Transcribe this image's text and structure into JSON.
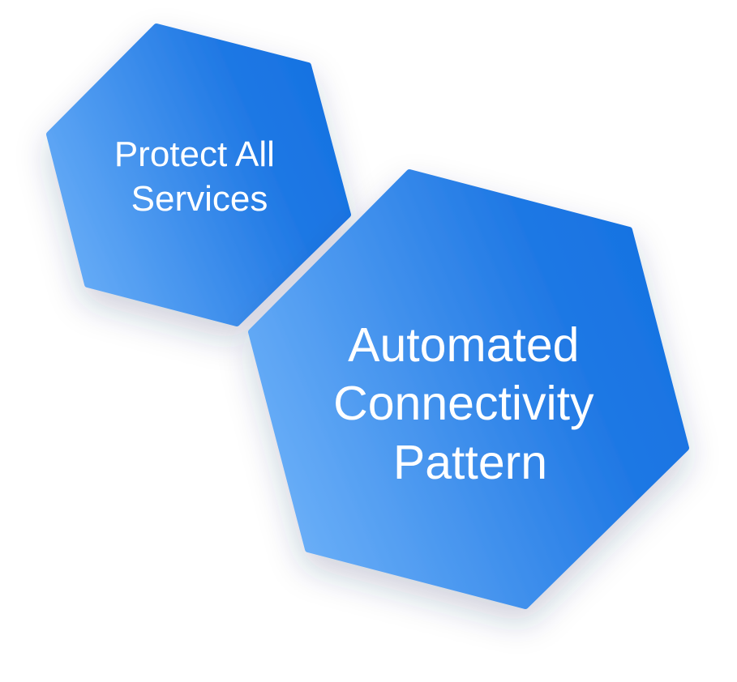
{
  "hexagons": [
    {
      "name": "protect-all-services",
      "lines": [
        "Protect All",
        "Services"
      ]
    },
    {
      "name": "automated-connectivity-pattern",
      "lines": [
        "Automated",
        "Connectivity",
        "Pattern"
      ]
    }
  ],
  "colors": {
    "gradient_light": "#68aef7",
    "gradient_dark": "#1874e2",
    "text": "#ffffff",
    "shadow": "#2a3a66"
  }
}
